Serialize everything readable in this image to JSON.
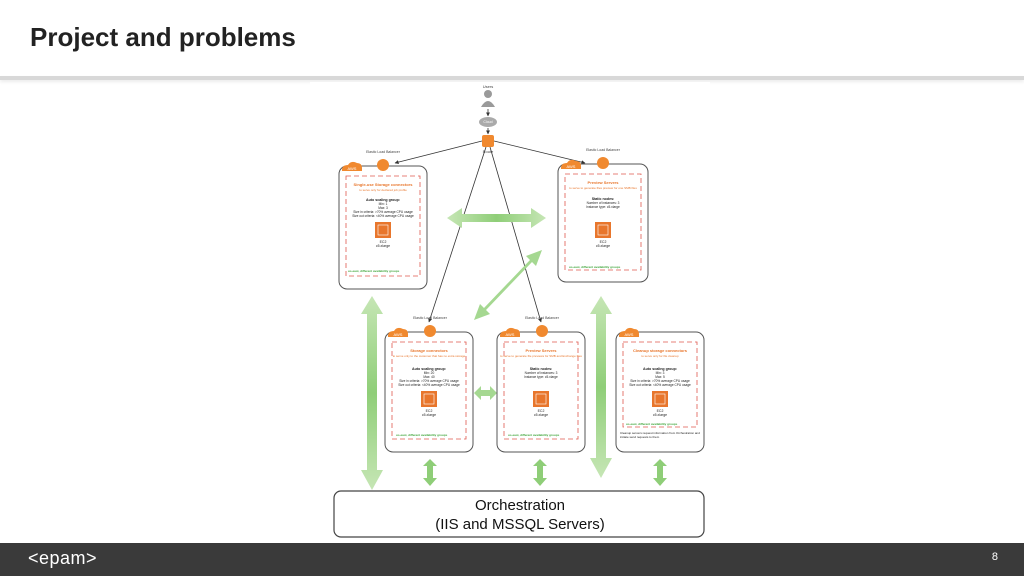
{
  "slide": {
    "title": "Project and problems",
    "page_number": "8",
    "logo_text": "<epam>"
  },
  "diagram": {
    "users": "Users",
    "cloud": "Cloud",
    "route": "Route",
    "elb_label": "Elastic Load Balancer",
    "aws_badge": "AWS",
    "ec2_name": "EC2",
    "ec2_type": "c5.xlarge",
    "az_note": "us-east, different availability groups",
    "group_tl": {
      "title": "Single-use Storage connectors",
      "subtitle": "to serve only for declared job profile",
      "lines": [
        "Auto scaling group:",
        "Min: 1",
        "Max: 3",
        "Size in criteria: >70% average CPU usage",
        "Size out criteria: <40% average CPU usage"
      ]
    },
    "group_tr": {
      "title": "Preview Servers",
      "subtitle": "to serve to generate files preview for one SMB files",
      "lines": [
        "Static nodes:",
        "Number of instances: 3",
        "Instance type: c5.xlarge"
      ]
    },
    "group_bl": {
      "title": "Storage connectors",
      "subtitle": "to serve only to the customer that has no extra storage",
      "lines": [
        "Auto scaling group:",
        "Min: 20",
        "Max: 40",
        "Size in criteria: >70% average CPU usage",
        "Size out criteria: <40% average CPU usage"
      ]
    },
    "group_bm": {
      "title": "Preview Servers",
      "subtitle": "to serve to generate file previews for SMB and Exchange files",
      "lines": [
        "Static nodes:",
        "Number of instances: 3",
        "Instance type: c5.xlarge"
      ]
    },
    "group_br": {
      "title": "Cleanup storage connectors",
      "subtitle": "to serve only for file cleanup",
      "lines": [
        "Auto scaling group:",
        "Min: 3",
        "Max: 5",
        "Size in criteria: >70% average CPU usage",
        "Size out criteria: <40% average CPU usage"
      ],
      "note": "Cleanup servers request information from Orchestration and initiate send requests to them"
    },
    "orchestration": {
      "line1": "Orchestration",
      "line2": "(IIS and MSSQL Servers)"
    }
  }
}
